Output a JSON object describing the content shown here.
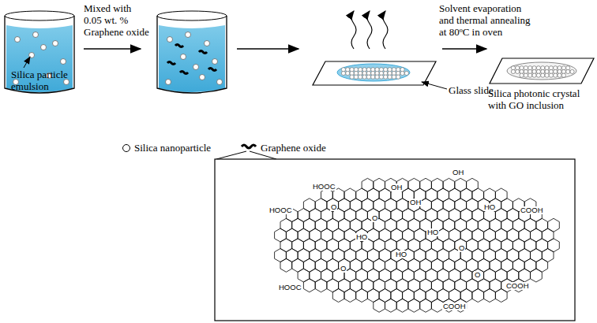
{
  "diagram": {
    "labels": [
      "Mixed with 0.05 wt. % Graphene oxide",
      "Solvent evaporation and thermal annealing at 80ºC in oven",
      "Silica particle emulsion",
      "Glass slide",
      "Silica photonic crystal with GO inclusion",
      "HOOC",
      "OH",
      "OH",
      "HOOC",
      "O",
      "OH",
      "HO",
      "COOH",
      "O",
      "HO",
      "HO",
      "O",
      "HO",
      "O",
      "O",
      "HOOC",
      "COOH",
      "COOH"
    ],
    "legend": [
      {
        "text": "Silica nanoparticle"
      },
      {
        "text": "Graphene oxide"
      }
    ]
  }
}
